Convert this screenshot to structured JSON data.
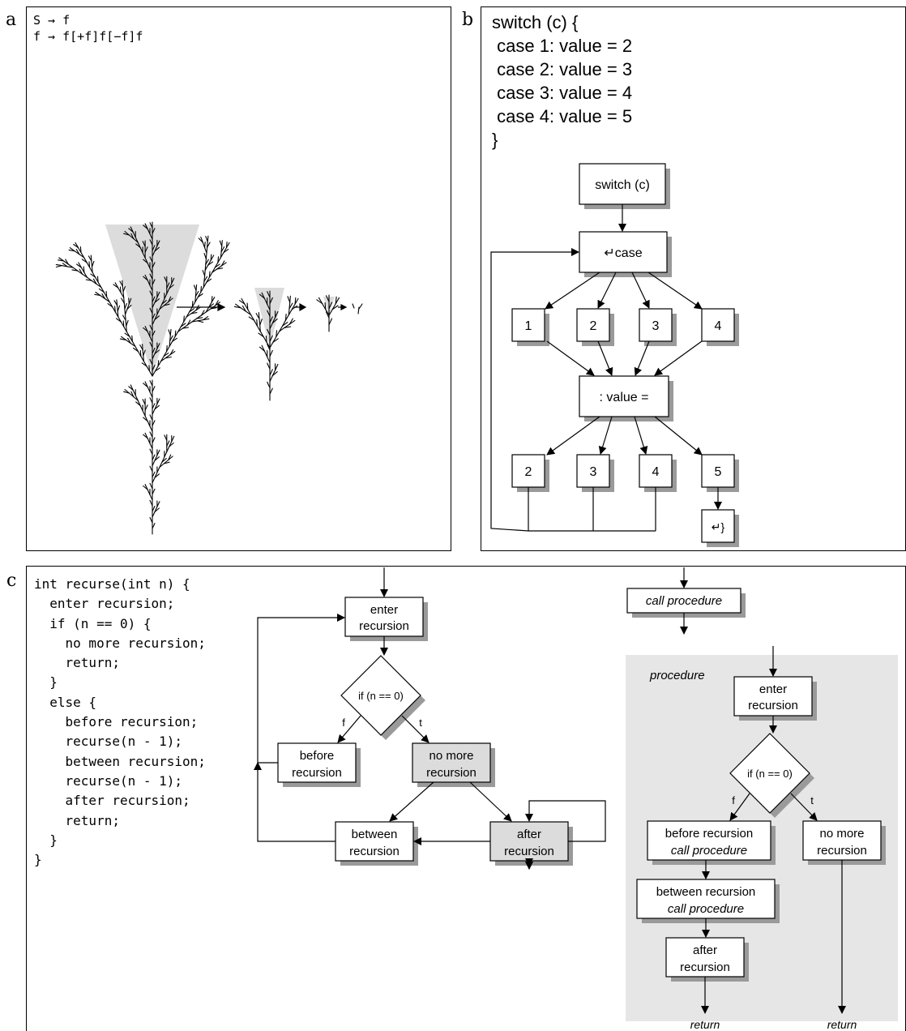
{
  "panel_a": {
    "label": "a",
    "grammar": [
      "S → f",
      "f → f[+f]f[−f]f"
    ]
  },
  "panel_b": {
    "label": "b",
    "code": [
      "switch (c) {",
      " case 1: value = 2",
      " case 2: value = 3",
      " case 3: value = 4",
      " case 4: value = 5",
      "}"
    ],
    "nodes": {
      "switch": "switch (c)",
      "case": "↵case",
      "c1": "1",
      "c2": "2",
      "c3": "3",
      "c4": "4",
      "value": ": value =",
      "v2": "2",
      "v3": "3",
      "v4": "4",
      "v5": "5",
      "end": "↵}"
    }
  },
  "panel_c": {
    "label": "c",
    "code": [
      "int recurse(int n) {",
      "  enter recursion;",
      "",
      "  if (n == 0) {",
      "    no more recursion;",
      "    return;",
      "  }",
      "  else {",
      "    before recursion;",
      "    recurse(n - 1);",
      "    between recursion;",
      "    recurse(n - 1);",
      "    after recursion;",
      "    return;",
      "  }",
      "}"
    ],
    "flow1": {
      "enter": [
        "enter",
        "recursion"
      ],
      "decision": "if (n == 0)",
      "f": "f",
      "t": "t",
      "before": [
        "before",
        "recursion"
      ],
      "nomore": [
        "no more",
        "recursion"
      ],
      "between": [
        "between",
        "recursion"
      ],
      "after": [
        "after",
        "recursion"
      ]
    },
    "flow2": {
      "call": "call procedure",
      "procedure": "procedure",
      "enter": [
        "enter",
        "recursion"
      ],
      "decision": "if (n == 0)",
      "f": "f",
      "t": "t",
      "before": [
        "before recursion",
        "call procedure"
      ],
      "nomore": [
        "no more",
        "recursion"
      ],
      "between": [
        "between recursion",
        "call procedure"
      ],
      "after": [
        "after",
        "recursion"
      ],
      "return1": "return",
      "return2": "return"
    }
  },
  "colors": {
    "highlight": "#dcdcdc",
    "procedure_bg": "#e6e6e6",
    "shadow": "#9a9a9a"
  }
}
